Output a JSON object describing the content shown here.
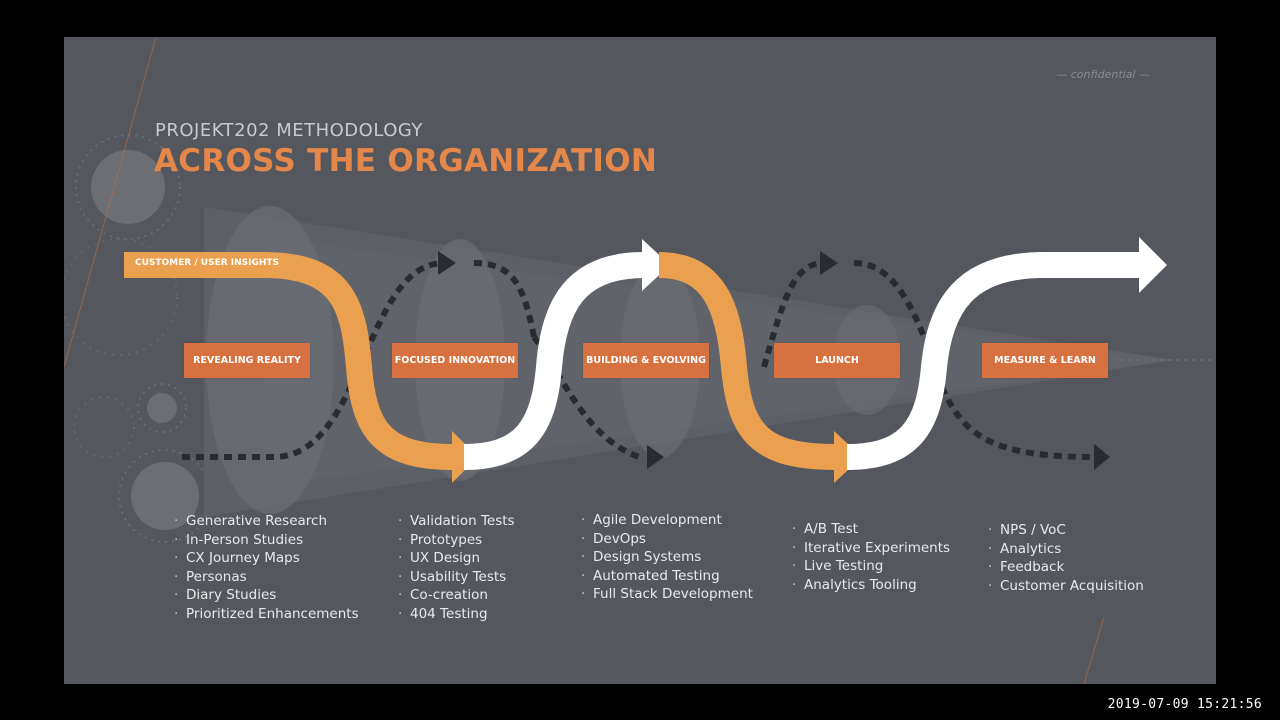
{
  "header": {
    "confidential": "— confidential —",
    "subtitle": "PROJEKT202 METHODOLOGY",
    "title": "ACROSS THE ORGANIZATION"
  },
  "flow": {
    "start_label": "CUSTOMER / USER INSIGHTS",
    "stages": [
      "REVEALING REALITY",
      "FOCUSED INNOVATION",
      "BUILDING & EVOLVING",
      "LAUNCH",
      "MEASURE & LEARN"
    ]
  },
  "lists": [
    [
      "Generative Research",
      "In-Person Studies",
      "CX Journey Maps",
      "Personas",
      "Diary Studies",
      "Prioritized Enhancements"
    ],
    [
      "Validation Tests",
      "Prototypes",
      "UX Design",
      "Usability Tests",
      "Co-creation",
      "404 Testing"
    ],
    [
      "Agile Development",
      "DevOps",
      "Design Systems",
      "Automated Testing",
      "Full Stack Development"
    ],
    [
      "A/B Test",
      "Iterative Experiments",
      "Live Testing",
      "Analytics Tooling"
    ],
    [
      "NPS / VoC",
      "Analytics",
      "Feedback",
      "Customer Acquisition"
    ]
  ],
  "timestamp": "2019-07-09  15:21:56",
  "colors": {
    "background": "#55575e",
    "accent": "#e4874a",
    "stage": "#d7713f",
    "arrow_orange": "#eaa04f",
    "arrow_white": "#ffffff"
  }
}
